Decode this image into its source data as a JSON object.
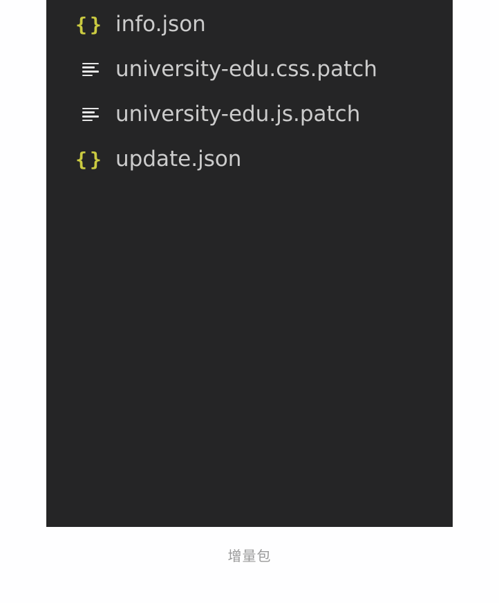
{
  "explorer": {
    "files": [
      {
        "name": "info.json",
        "icon": "json-icon",
        "icon_glyph": "{}"
      },
      {
        "name": "university-edu.css.patch",
        "icon": "text-lines-icon"
      },
      {
        "name": "university-edu.js.patch",
        "icon": "text-lines-icon"
      },
      {
        "name": "update.json",
        "icon": "json-icon",
        "icon_glyph": "{}"
      }
    ],
    "colors": {
      "background": "#252526",
      "file_text": "#cccccc",
      "json_icon": "#cbcb41",
      "text_icon": "#e6e6e6"
    }
  },
  "caption": "增量包"
}
